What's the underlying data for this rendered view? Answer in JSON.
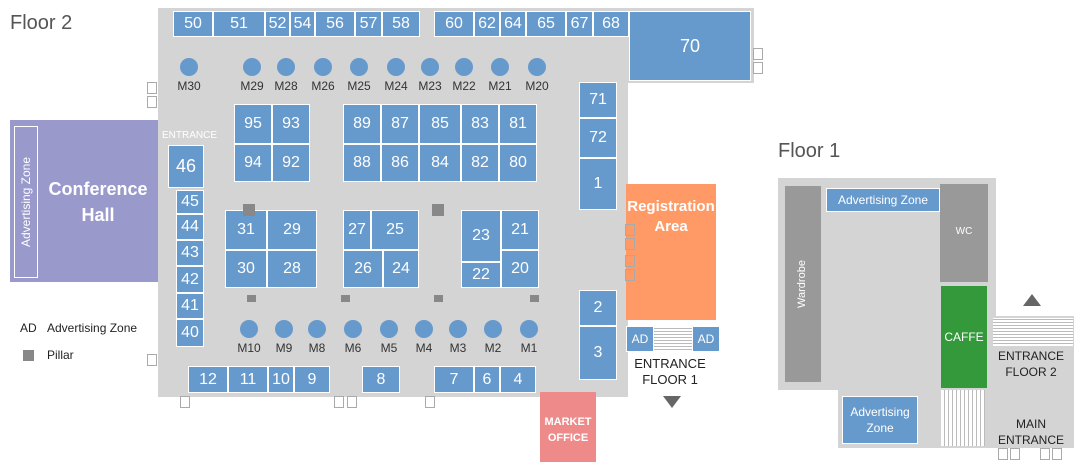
{
  "floor2": {
    "title": "Floor 2",
    "conference_hall": "Conference\nHall",
    "advertising_zone_vertical": "Advertising Zone",
    "entrance_label": "ENTRANCE",
    "registration_area": "Registration\nArea",
    "market_office": "MARKET\nOFFICE",
    "entrance_floor1": "ENTRANCE\nFLOOR 1",
    "ad_left": "AD",
    "ad_right": "AD",
    "booths": {
      "top_row": [
        "50",
        "51",
        "52",
        "54",
        "56",
        "57",
        "58",
        "60",
        "62",
        "64",
        "65",
        "67",
        "68"
      ],
      "b70": "70",
      "left_col": [
        "46",
        "45",
        "44",
        "43",
        "42",
        "41",
        "40"
      ],
      "bottom_row": [
        "12",
        "11",
        "10",
        "9",
        "8",
        "7",
        "6",
        "4"
      ],
      "right_col": [
        "71",
        "72",
        "1",
        "2",
        "3"
      ],
      "block_a": [
        "95",
        "93",
        "94",
        "92"
      ],
      "block_b": [
        "89",
        "87",
        "85",
        "83",
        "81",
        "88",
        "86",
        "84",
        "82",
        "80"
      ],
      "block_c": [
        "31",
        "29",
        "30",
        "28"
      ],
      "block_d": [
        "27",
        "25",
        "26",
        "24"
      ],
      "block_e": [
        "23",
        "21",
        "22",
        "20"
      ]
    },
    "m_top": [
      "M30",
      "M29",
      "M28",
      "M26",
      "M25",
      "M24",
      "M23",
      "M22",
      "M21",
      "M20"
    ],
    "m_bottom": [
      "M10",
      "M9",
      "M8",
      "M6",
      "M5",
      "M4",
      "M3",
      "M2",
      "M1"
    ]
  },
  "legend": {
    "ad_code": "AD",
    "ad_text": "Advertising Zone",
    "pillar_text": "Pillar"
  },
  "floor1": {
    "title": "Floor 1",
    "advertising_zone_top": "Advertising Zone",
    "wardrobe": "Wardrobe",
    "wc": "WC",
    "caffe": "CAFFE",
    "advertising_zone_bottom": "Advertising\nZone",
    "entrance_floor2": "ENTRANCE\nFLOOR 2",
    "main_entrance": "MAIN\nENTRANCE"
  },
  "colors": {
    "booth": "#6699cc",
    "conference": "#9999cc",
    "registration": "#ff9966",
    "market": "#ee8a8a",
    "caffe": "#33993a",
    "floor": "#d4d4d4"
  }
}
